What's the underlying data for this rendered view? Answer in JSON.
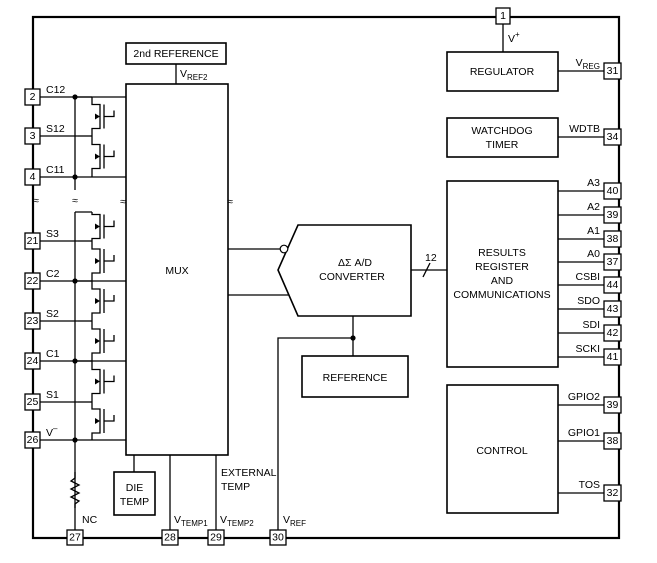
{
  "blocks": {
    "second_reference": "2nd REFERENCE",
    "mux": "MUX",
    "adc_line1": "ΔΣ A/D",
    "adc_line2": "CONVERTER",
    "reference": "REFERENCE",
    "regulator": "REGULATOR",
    "watchdog_line1": "WATCHDOG",
    "watchdog_line2": "TIMER",
    "results_line1": "RESULTS",
    "results_line2": "REGISTER",
    "results_line3": "AND",
    "results_line4": "COMMUNICATIONS",
    "control": "CONTROL",
    "die_temp_line1": "DIE",
    "die_temp_line2": "TEMP",
    "external_temp_line1": "EXTERNAL",
    "external_temp_line2": "TEMP"
  },
  "bus_width": "12",
  "top_pin": {
    "number": "1",
    "label_main": "V",
    "label_sup": "+"
  },
  "vref2": {
    "main": "V",
    "sub": "REF2"
  },
  "left_pins": [
    {
      "label": "C12",
      "number": "2"
    },
    {
      "label": "S12",
      "number": "3"
    },
    {
      "label": "C11",
      "number": "4"
    },
    {
      "label": "S3",
      "number": "21"
    },
    {
      "label": "C2",
      "number": "22"
    },
    {
      "label": "S2",
      "number": "23"
    },
    {
      "label": "C1",
      "number": "24"
    },
    {
      "label": "S1",
      "number": "25"
    },
    {
      "label_main": "V",
      "label_sup": "–",
      "number": "26"
    }
  ],
  "bottom_pins": [
    {
      "label": "NC",
      "number": "27"
    },
    {
      "label_main": "V",
      "label_sub": "TEMP1",
      "number": "28"
    },
    {
      "label_main": "V",
      "label_sub": "TEMP2",
      "number": "29"
    },
    {
      "label_main": "V",
      "label_sub": "REF",
      "number": "30"
    }
  ],
  "right_pins": [
    {
      "label_main": "V",
      "label_sub": "REG",
      "number": "31"
    },
    {
      "label": "WDTB",
      "number": "34"
    },
    {
      "label": "A3",
      "number": "40"
    },
    {
      "label": "A2",
      "number": "39"
    },
    {
      "label": "A1",
      "number": "38"
    },
    {
      "label": "A0",
      "number": "37"
    },
    {
      "label": "CSBI",
      "number": "44"
    },
    {
      "label": "SDO",
      "number": "43"
    },
    {
      "label": "SDI",
      "number": "42"
    },
    {
      "label": "SCKI",
      "number": "41"
    },
    {
      "label": "GPIO2",
      "number": "39"
    },
    {
      "label": "GPIO1",
      "number": "38"
    },
    {
      "label": "TOS",
      "number": "32"
    }
  ]
}
